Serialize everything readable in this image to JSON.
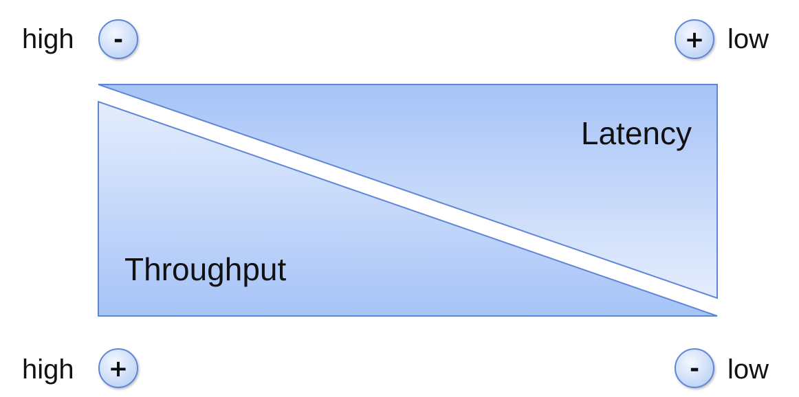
{
  "regions": {
    "latency": {
      "label": "Latency"
    },
    "throughput": {
      "label": "Throughput"
    }
  },
  "top": {
    "left": {
      "text": "high",
      "sign": "-"
    },
    "right": {
      "text": "low",
      "sign": "+"
    }
  },
  "bottom": {
    "left": {
      "text": "high",
      "sign": "+"
    },
    "right": {
      "text": "low",
      "sign": "-"
    }
  },
  "colors": {
    "fill_dark": "#a6c3f7",
    "fill_light": "#e4edfd",
    "stroke": "#5f86d6",
    "badge_fill": "#ccdcf8",
    "badge_stroke": "#5f86d6"
  }
}
